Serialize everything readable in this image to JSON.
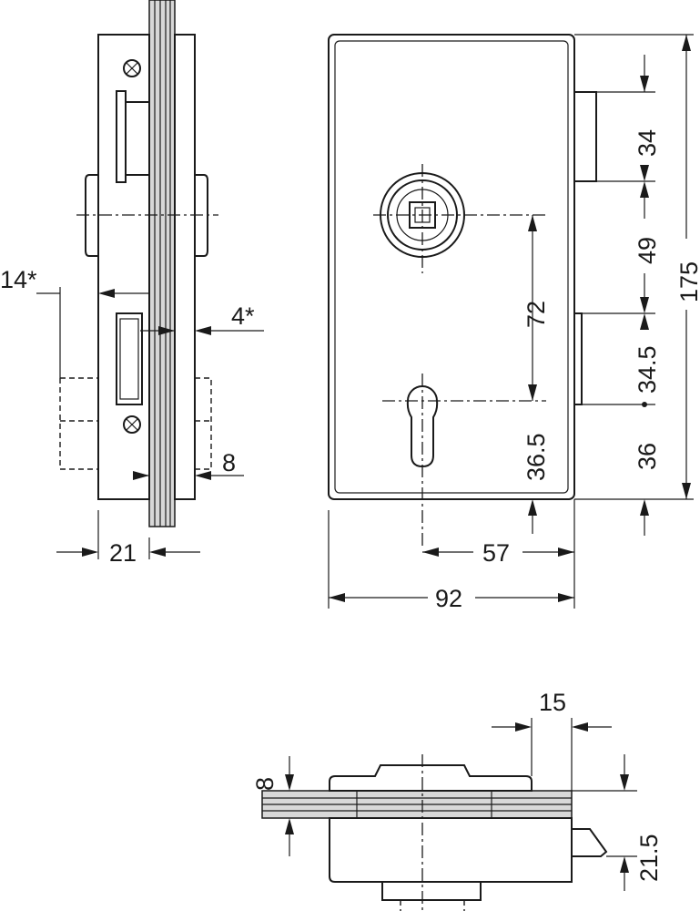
{
  "dimensions": {
    "side_glass_depth": "14*",
    "side_offset": "4*",
    "side_bottom": "8",
    "side_width": "21",
    "front_height_34": "34",
    "front_height_49": "49",
    "front_total_height": "175",
    "front_height_34_5": "34.5",
    "front_height_36": "36",
    "front_spacing_72": "72",
    "front_keyhole_36_5": "36.5",
    "front_backset_57": "57",
    "front_width_92": "92",
    "top_offset_15": "15",
    "top_glass_8": "8",
    "top_depth_21_5": "21.5"
  },
  "colors": {
    "line": "#1a1a1a",
    "glass": "#d8d8d8",
    "background": "#ffffff"
  }
}
